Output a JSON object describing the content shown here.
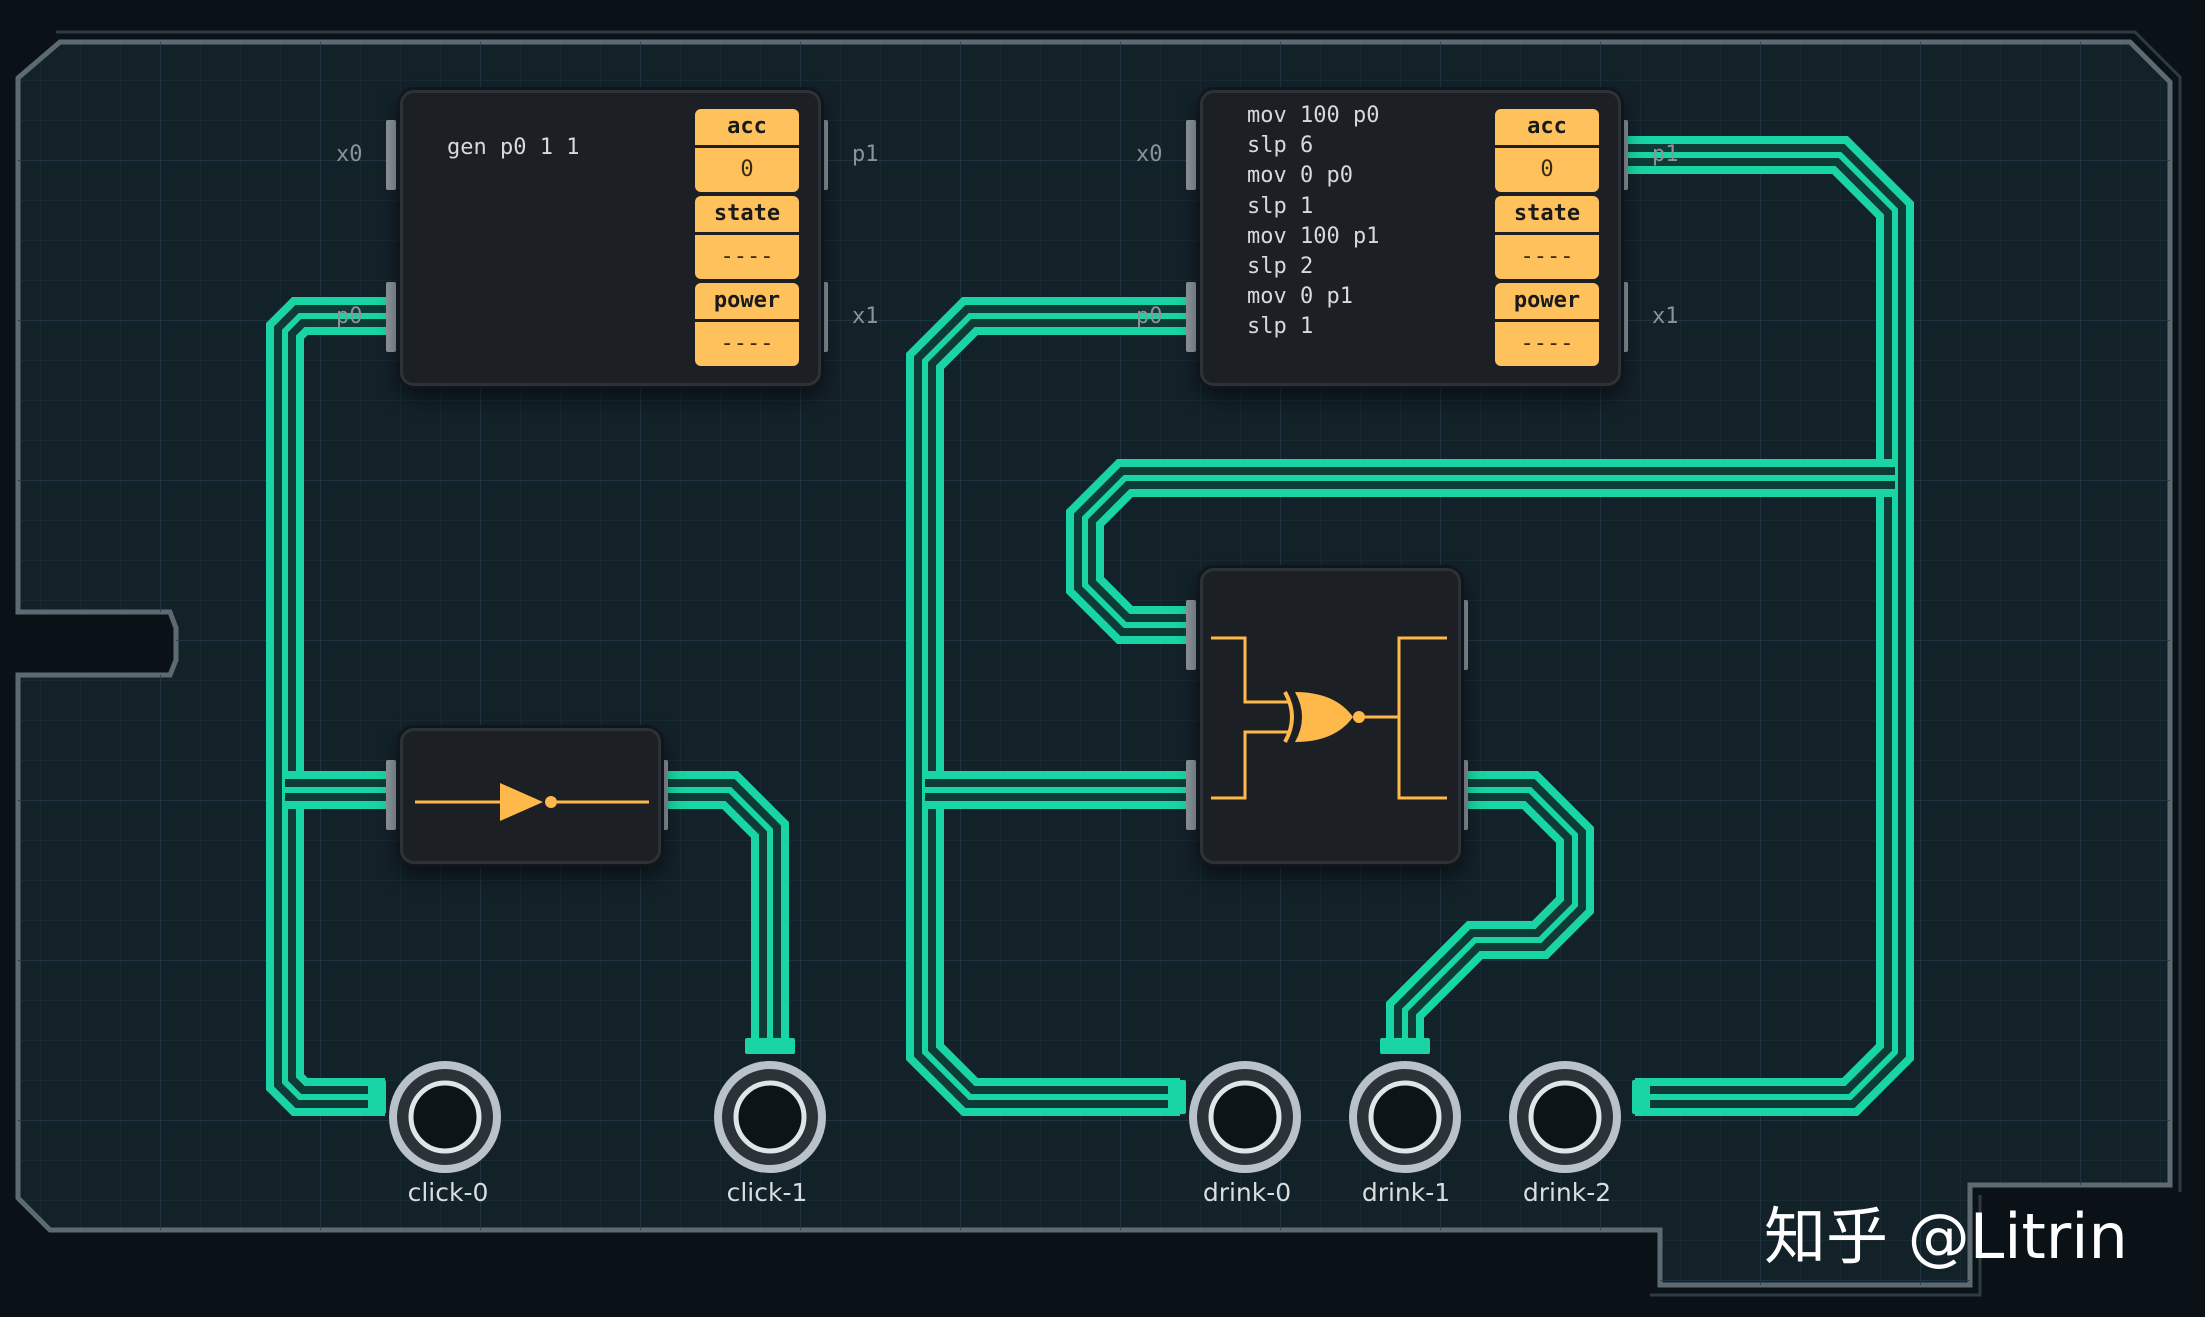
{
  "colors": {
    "wire": "#19d4a4",
    "board_border": "#5d6a72",
    "chip_body": "#1c2024",
    "register": "#ffc15c",
    "gate_symbol": "#ffb84a"
  },
  "controller_1": {
    "code": "gen p0 1 1",
    "pins": {
      "x0": "x0",
      "p0": "p0",
      "p1": "p1",
      "x1": "x1"
    },
    "registers": [
      {
        "label": "acc",
        "value": "0"
      },
      {
        "label": "state",
        "value": "----"
      },
      {
        "label": "power",
        "value": "----"
      }
    ]
  },
  "controller_2": {
    "code": "mov 100 p0\nslp 6\nmov 0 p0\nslp 1\nmov 100 p1\nslp 2\nmov 0 p1\nslp 1",
    "pins": {
      "x0": "x0",
      "p0": "p0",
      "p1": "p1",
      "x1": "x1"
    },
    "registers": [
      {
        "label": "acc",
        "value": "0"
      },
      {
        "label": "state",
        "value": "----"
      },
      {
        "label": "power",
        "value": "----"
      }
    ]
  },
  "gates": {
    "not_gate": "not-gate-icon",
    "xnor_gate": "xnor-gate-icon"
  },
  "sensors": [
    {
      "label": "click-0"
    },
    {
      "label": "click-1"
    },
    {
      "label": "drink-0"
    },
    {
      "label": "drink-1"
    },
    {
      "label": "drink-2"
    }
  ],
  "watermark": "知乎 @Litrin"
}
